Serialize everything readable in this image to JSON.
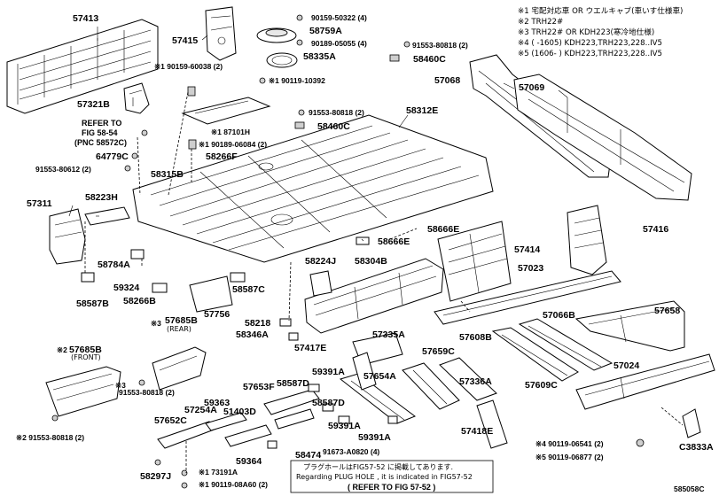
{
  "legend": [
    "※1 宅配対応車 OR ウエルキャブ(車いす仕様車)",
    "※2 TRH22#",
    "※3 TRH22# OR KDH223(寒冷地仕様)",
    "※4 (      -1605) KDH223,TRH223,228..IV5",
    "※5 (1606-      ) KDH223,TRH223,228..IV5"
  ],
  "refer_block": {
    "line1": "REFER TO",
    "line2": "FIG 58-54",
    "line3": "(PNC 58572C)"
  },
  "view_labels": {
    "rear": "(REAR)",
    "front": "(FRONT)"
  },
  "bottom_note": {
    "line1": "プラグホールはFIG57-52 に掲載してあります.",
    "line2": "Regarding PLUG HOLE , it is indicated in FIG57-52",
    "line3": "( REFER TO FIG 57-52 )"
  },
  "figure_code": "585058C",
  "parts": {
    "p57413": "57413",
    "p57415": "57415",
    "p90159_50322": "90159-50322 (4)",
    "p58759A": "58759A",
    "p90189_05055": "90189-05055 (4)",
    "p58335A": "58335A",
    "p91553_80818_a": "91553-80818 (2)",
    "p58460C_a": "58460C",
    "p90159_60038": "※1 90159-60038 (2)",
    "p90119_10392": "※1 90119-10392",
    "p57321B": "57321B",
    "p91553_80818_b": "91553-80818 (2)",
    "p58312E": "58312E",
    "p58460C_b": "58460C",
    "p187101H": "※1 87101H",
    "p190189_06084": "※1 90189-06084 (2)",
    "p58266F": "58266F",
    "p64779C": "64779C",
    "p91553_80612": "91553-80612 (2)",
    "p58315B": "58315B",
    "p57068": "57068",
    "p57069": "57069",
    "p57311": "57311",
    "p58223H": "58223H",
    "p58666E_a": "58666E",
    "p58666E_b": "58666E",
    "p57416": "57416",
    "p58784A": "58784A",
    "p58224J": "58224J",
    "p58304B": "58304B",
    "p57414": "57414",
    "p57023": "57023",
    "p58587B": "58587B",
    "p59324": "59324",
    "p58587C": "58587C",
    "p58266B": "58266B",
    "p57756": "57756",
    "p57066B": "57066B",
    "p57658": "57658",
    "p57685B_rear": "57685B",
    "p58218": "58218",
    "p58346A": "58346A",
    "p57417E": "57417E",
    "p57335A": "57335A",
    "p57608B": "57608B",
    "p57685B_front": "57685B",
    "p59391A_a": "59391A",
    "p57659C": "57659C",
    "p91553_80818_c": "91553-80818 (2)",
    "p59363": "59363",
    "p57653F": "57653F",
    "p58587D_a": "58587D",
    "p58587D_b": "58587D",
    "p57654A": "57654A",
    "p57336A": "57336A",
    "p57609C": "57609C",
    "p57024": "57024",
    "p57254A": "57254A",
    "p51403D": "51403D",
    "p59391A_b": "59391A",
    "p59391A_c": "59391A",
    "p57652C": "57652C",
    "p57418E": "57418E",
    "p91553_80818_d": "※2 91553-80818 (2)",
    "p59364": "59364",
    "p58474": "58474",
    "p91673_A0820": "91673-A0820 (4)",
    "p90119_06541": "※4 90119-06541 (2)",
    "p90119_06877": "※5 90119-06877 (2)",
    "p3833A": "C3833A",
    "p73191A": "※1 73191A",
    "p58297J": "58297J",
    "p90119_08A60": "※1 90119-08A60 (2)"
  },
  "markers": {
    "m3": "※3",
    "m2": "※2",
    "m3b": "※3"
  }
}
